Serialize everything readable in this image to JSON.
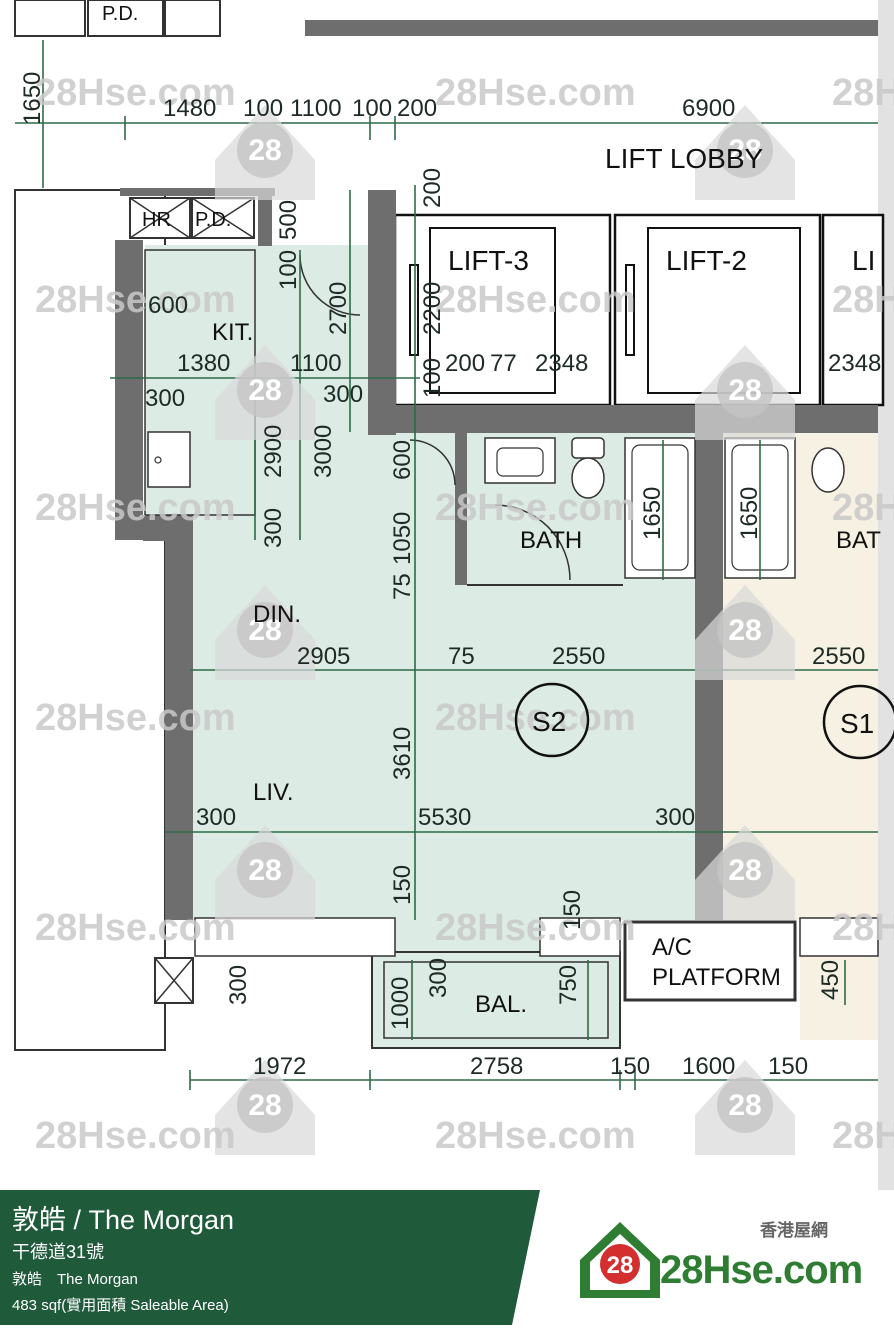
{
  "rooms": {
    "lift_lobby": "LIFT LOBBY",
    "lift3": "LIFT-3",
    "lift2": "LIFT-2",
    "lift1_partial": "LI",
    "hr": "HR",
    "pd": "P.D.",
    "pd_top": "P.D.",
    "kit": "KIT.",
    "bath": "BATH",
    "bath_right": "BAT",
    "din": "DIN.",
    "liv": "LIV.",
    "bal": "BAL.",
    "ac1": "A/C",
    "ac2": "PLATFORM",
    "unit_s2": "S2",
    "unit_s1": "S1"
  },
  "dims": {
    "d1650": "1650",
    "d1480": "1480",
    "d100a": "100",
    "d1100a": "1100",
    "d100b": "100",
    "d200a": "200",
    "d6900": "6900",
    "d200b": "200",
    "d500": "500",
    "d100c": "100",
    "d2700": "2700",
    "d2200": "2200",
    "d600a": "600",
    "d1380": "1380",
    "d1100b": "1100",
    "d100d": "100",
    "d200c": "200",
    "d77": "77",
    "d2348a": "2348",
    "d2348b": "2348",
    "d300a": "300",
    "d300b": "300",
    "d2900": "2900",
    "d3000": "3000",
    "d600b": "600",
    "d300c": "300",
    "d1050": "1050",
    "d1650b": "1650",
    "d1650c": "1650",
    "d75a": "75",
    "d2905": "2905",
    "d75b": "75",
    "d2550a": "2550",
    "d2550b": "2550",
    "d3610": "3610",
    "d300d": "300",
    "d5530": "5530",
    "d300e": "300",
    "d150a": "150",
    "d150b": "150",
    "d300f": "300",
    "d300g": "300",
    "d1000": "1000",
    "d750": "750",
    "d450": "450",
    "d1972": "1972",
    "d2758": "2758",
    "d150c": "150",
    "d1600": "1600",
    "d150d": "150"
  },
  "watermarks": {
    "text": "28Hse.com",
    "text_partial": "28H",
    "badge": "28"
  },
  "footer": {
    "title": "敦皓 / The Morgan",
    "address": "干德道31號",
    "name_line": "敦皓　The Morgan",
    "area_line": "483 sqf(實用面積 Saleable Area)",
    "brand_zh": "香港屋網",
    "brand_en": "28Hse.com",
    "brand_badge": "28"
  },
  "colors": {
    "unit_fill": "#dcebe3",
    "neighbour_fill": "#f6f1e2",
    "wall": "#6e6e6e",
    "dim_line": "#2d6b4a",
    "footer_green": "#1f5a3a",
    "brand_red": "#d32f2f",
    "brand_green": "#2e7d32"
  }
}
